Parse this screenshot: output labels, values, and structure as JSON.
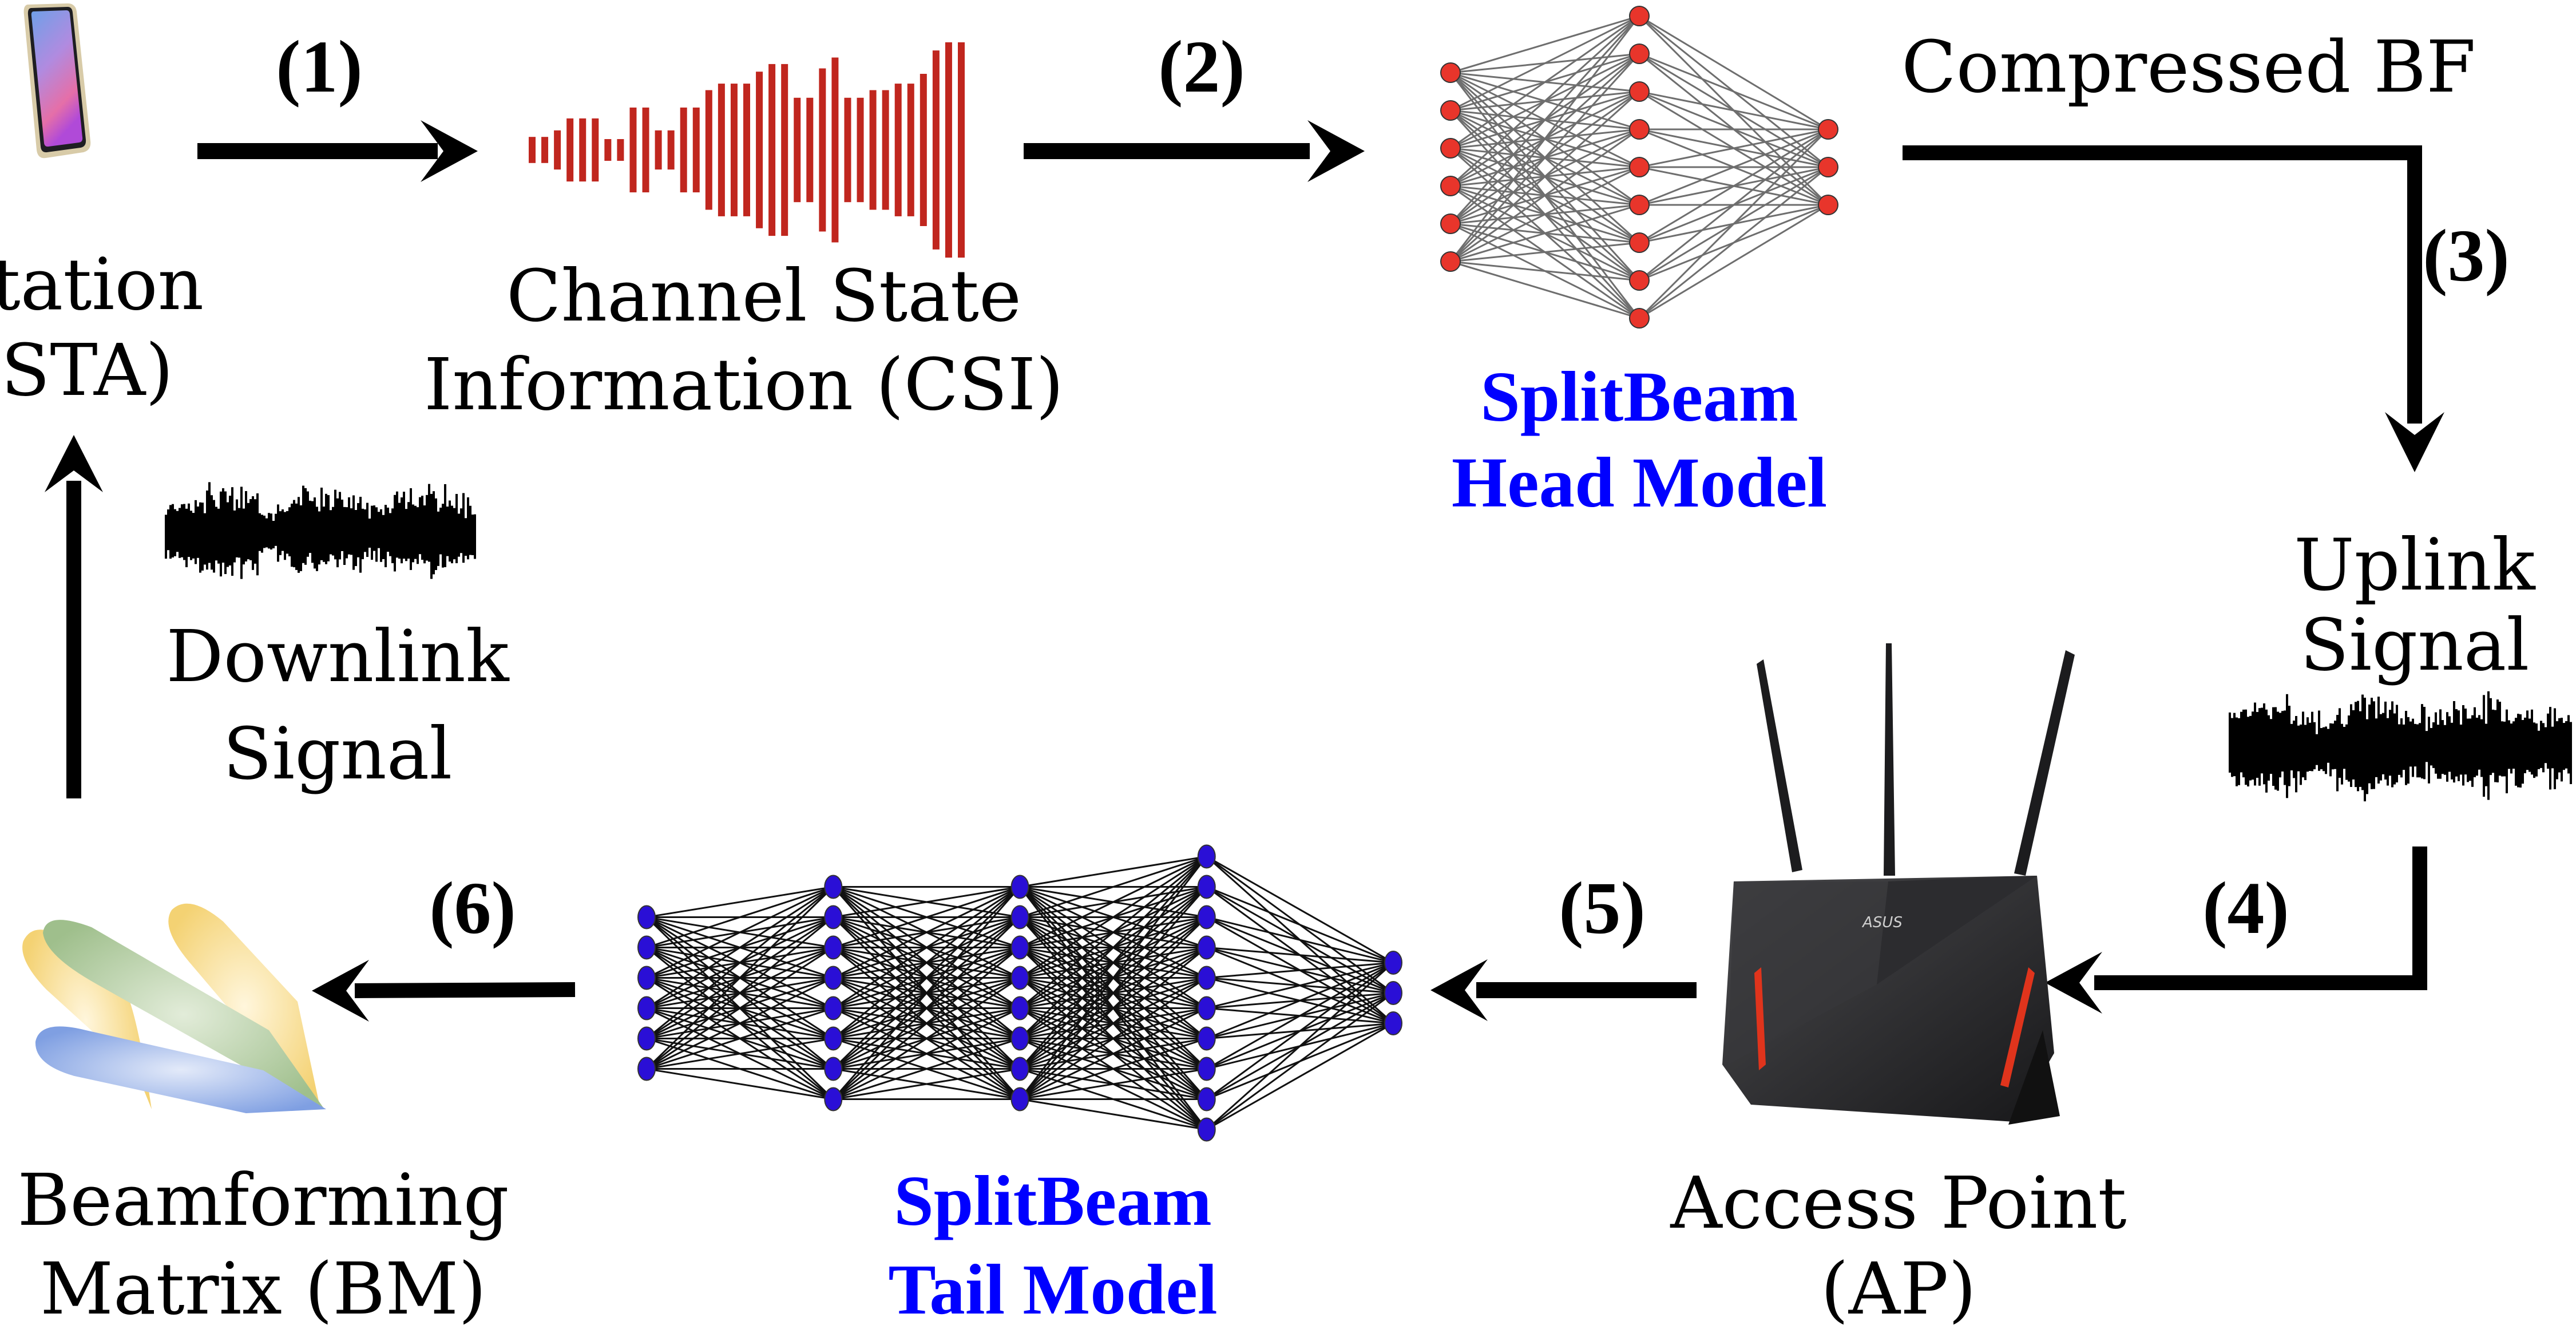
{
  "title": "SplitBeam workflow",
  "colors": {
    "head_node": "#e8352b",
    "tail_node": "#2a0fd6",
    "model_label": "#0000ff",
    "csi_bar": "#c0261e",
    "arrow": "#000000",
    "router_accent": "#e0341c"
  },
  "nodes": {
    "station": {
      "line1": "Station",
      "line2": "(STA)",
      "icon": "smartphone-icon"
    },
    "csi": {
      "line1": "Channel State",
      "line2": "Information (CSI)",
      "icon": "csi-bars-icon"
    },
    "head_model": {
      "line1": "SplitBeam",
      "line2": "Head Model",
      "layers": [
        6,
        9,
        3
      ]
    },
    "compressed": {
      "label": "Compressed BF"
    },
    "uplink": {
      "line1": "Uplink",
      "line2": "Signal",
      "icon": "waveform-icon"
    },
    "access_point": {
      "line1": "Access Point",
      "line2": "(AP)",
      "icon": "router-icon",
      "brand": "ASUS"
    },
    "tail_model": {
      "line1": "SplitBeam",
      "line2": "Tail Model",
      "layers": [
        6,
        8,
        8,
        10,
        3
      ]
    },
    "beamforming": {
      "line1": "Beamforming",
      "line2": "Matrix (BM)",
      "icon": "beam-pattern-icon"
    },
    "downlink": {
      "line1": "Downlink",
      "line2": "Signal",
      "icon": "waveform-icon"
    }
  },
  "steps": [
    "(1)",
    "(2)",
    "(3)",
    "(4)",
    "(5)",
    "(6)"
  ],
  "csi_bar_heights": [
    0.24,
    0.24,
    0.36,
    0.58,
    0.58,
    0.58,
    0.2,
    0.2,
    0.78,
    0.78,
    0.36,
    0.36,
    0.78,
    0.78,
    1.1,
    1.22,
    1.22,
    1.22,
    1.44,
    1.58,
    1.58,
    0.96,
    0.96,
    1.5,
    1.7,
    0.96,
    0.96,
    1.1,
    1.1,
    1.22,
    1.22,
    1.4,
    1.83,
    1.98,
    1.98
  ]
}
